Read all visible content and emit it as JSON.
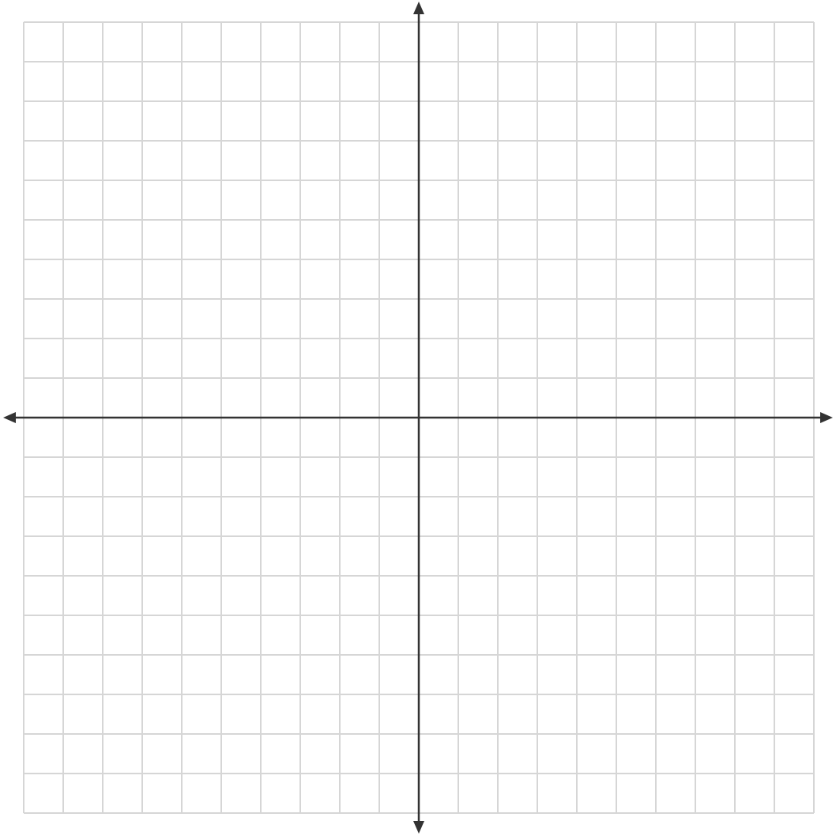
{
  "chart_data": {
    "type": "scatter",
    "title": "",
    "xlabel": "",
    "ylabel": "",
    "xlim": [
      -10,
      10
    ],
    "ylim": [
      -10,
      10
    ],
    "grid": true,
    "grid_step": 1,
    "axes_arrows": true,
    "tick_labels": false,
    "series": []
  },
  "colors": {
    "grid_line": "#d6d6d6",
    "axis_line": "#333333",
    "background": "#ffffff"
  }
}
